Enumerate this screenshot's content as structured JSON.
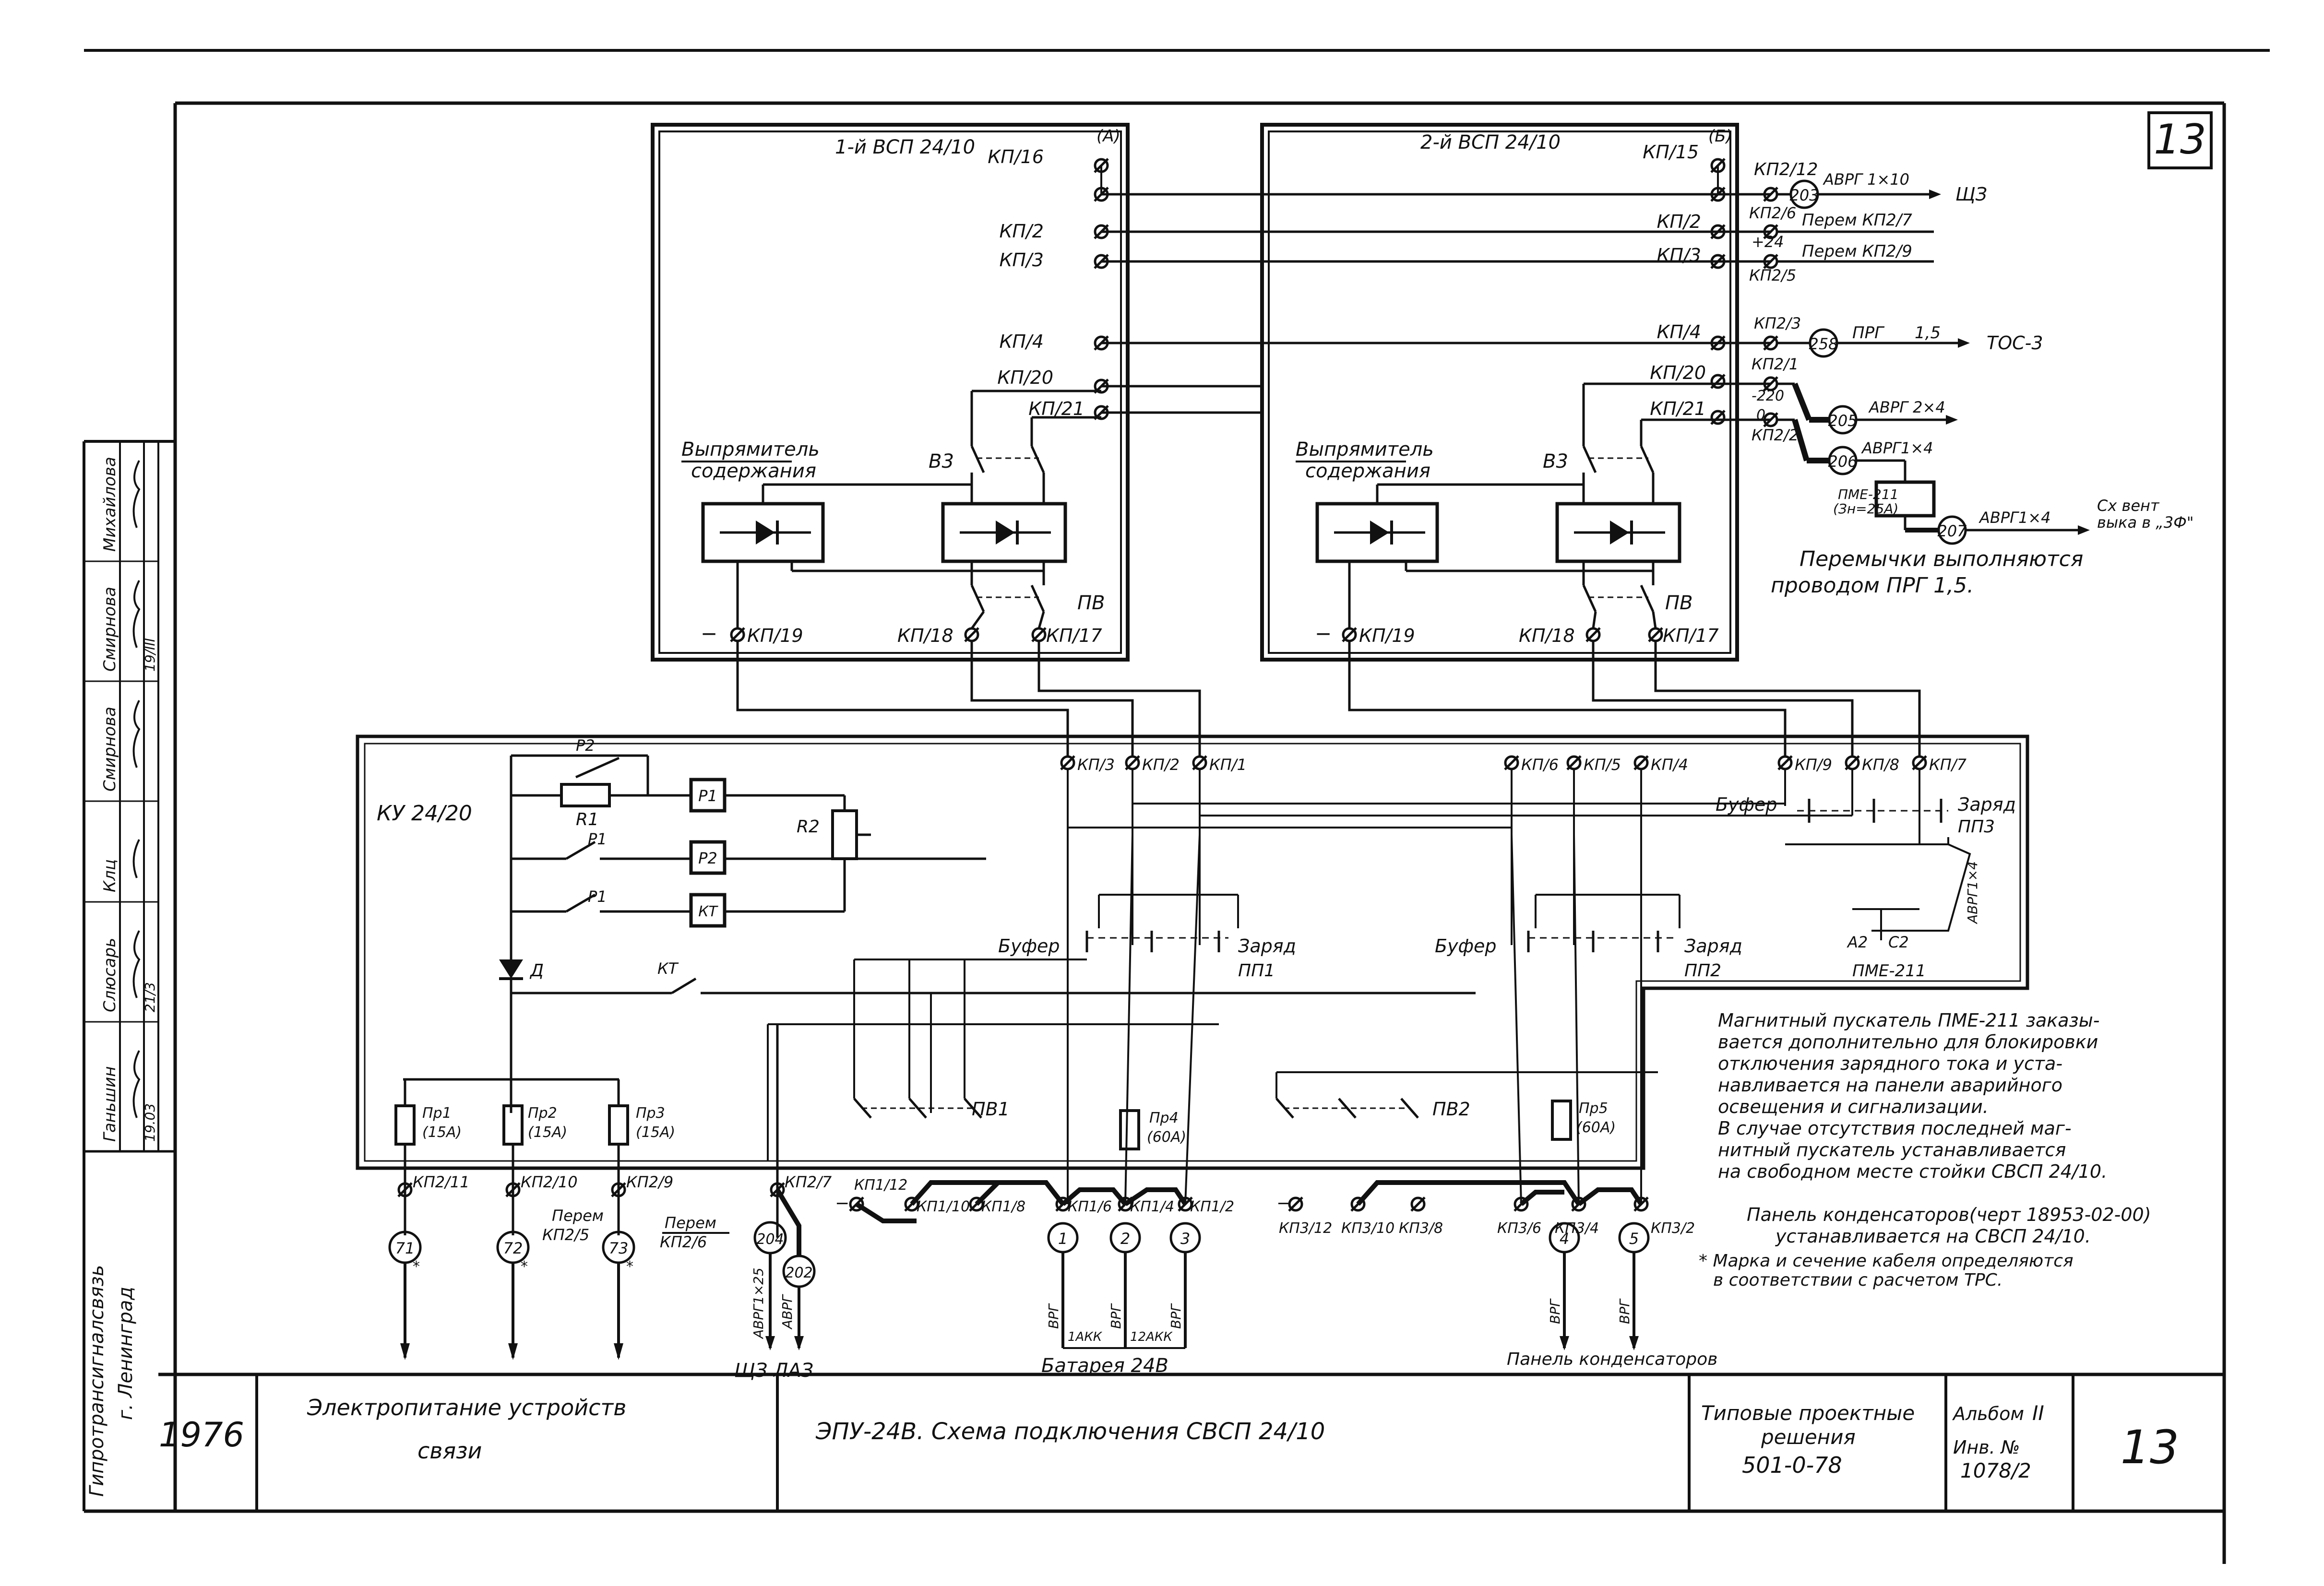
{
  "sheet": {
    "corner_number": "13",
    "block1_title": "1-й ВСП 24/10",
    "block1_tag": "(А)",
    "block2_title": "2-й ВСП 24/10",
    "block2_tag": "(Б)",
    "rect_label": "Выпрямитель",
    "rect_label2": "содержания",
    "ku_title": "КУ 24/20"
  },
  "block1_terms": {
    "t16": "КП/16",
    "t2": "КП/2",
    "t3": "КП/3",
    "t4": "КП/4",
    "t20": "КП/20",
    "t21": "КП/21",
    "t19": "КП/19",
    "t18": "КП/18",
    "t17": "КП/17",
    "v3": "В3",
    "pv": "ПВ"
  },
  "block2_terms": {
    "t15": "КП/15",
    "t2": "КП/2",
    "t3": "КП/3",
    "t4": "КП/4",
    "t20": "КП/20",
    "t21": "КП/21",
    "t19": "КП/19",
    "t18": "КП/18",
    "t17": "КП/17",
    "v3": "В3",
    "pv": "ПВ"
  },
  "right_side": {
    "kp212": "КП2/12",
    "c203": "203",
    "avrg110": "АВРГ 1×10",
    "shch3": "ЩЗ",
    "kp26": "КП2/6",
    "perem_kp27": "Перем КП2/7",
    "plus24": "+24",
    "perem_kp29": "Перем КП2/9",
    "kp25": "КП2/5",
    "kp23": "КП2/3",
    "c258": "258",
    "prg": "ПРГ",
    "prg_size": "1,5",
    "tos": "ТОС-3",
    "kp21": "КП2/1",
    "m220": "-220",
    "c205": "205",
    "avrg24": "АВРГ 2×4",
    "zero": "0",
    "kp22": "КП2/2",
    "c206": "206",
    "avrg14a": "АВРГ1×4",
    "pme": "ПМЕ-211",
    "pme_in": "(Зн=25А)",
    "c207": "207",
    "avrg14b": "АВРГ1×4",
    "sx1": "Сх вент",
    "sx2": "выка в „3Ф\"",
    "jumper1": "Перемычки выполняются",
    "jumper2": "проводом  ПРГ  1,5."
  },
  "ku": {
    "p2": "Р2",
    "r1": "R1",
    "P1": "Р1",
    "p1a": "Р1",
    "P2": "Р2",
    "p1b": "Р1",
    "KT": "КТ",
    "r2": "R2",
    "d": "Д",
    "kt": "КТ",
    "kp13": "КП/3",
    "kp12": "КП/2",
    "kp11": "КП/1",
    "kp6": "КП/6",
    "kp5": "КП/5",
    "kp4": "КП/4",
    "kp9": "КП/9",
    "kp8": "КП/8",
    "kp7": "КП/7",
    "bufer": "Буфер",
    "zaryad": "Заряд",
    "pp1": "ПП1",
    "pp2": "ПП2",
    "pp3": "ПП3",
    "pv1": "ПВ1",
    "pv2": "ПВ2",
    "a2": "А2",
    "c2": "С2",
    "pme": "ПМЕ-211",
    "avrg14": "АВРГ1×4",
    "pr1": "Пр1",
    "pr1a": "(15А)",
    "pr2": "Пр2",
    "pr2a": "(15А)",
    "pr3": "Пр3",
    "pr3a": "(15А)",
    "pr4": "Пр4",
    "pr4a": "(60А)",
    "pr5": "Пр5",
    "pr5a": "(60А)"
  },
  "bottom": {
    "kp211": "КП2/11",
    "kp210": "КП2/10",
    "kp29": "КП2/9",
    "kp27": "КП2/7",
    "c71": "71",
    "c72": "72",
    "c73": "73",
    "c204": "204",
    "c202": "202",
    "perem1": "Перем",
    "kp25": "КП2/5",
    "perem2": "Перем",
    "kp26": "КП2/6",
    "avrg125": "АВРГ1×25",
    "avrg": "АВРГ",
    "shch3laz": "ЩЗ ЛАЗ",
    "kp112": "КП1/12",
    "kp110": "КП1/10",
    "kp18": "КП1/8",
    "kp16": "КП1/6",
    "kp14": "КП1/4",
    "kp12b": "КП1/2",
    "kp312": "КП3/12",
    "kp310": "КП3/10",
    "kp38": "КП3/8",
    "kp36": "КП3/6",
    "kp34": "КП3/4",
    "kp32": "КП3/2",
    "c1": "1",
    "c2": "2",
    "c3": "3",
    "c4": "4",
    "c5": "5",
    "vrg": "ВРГ",
    "lakk": "1АКК",
    "lakk2": "12АКК",
    "battery": "Батарея 24В",
    "panel": "Панель конденсаторов",
    "star": "*"
  },
  "notes": {
    "n1": "Магнитный пускатель ПМЕ-211 заказы-",
    "n2": "вается дополнительно для блокировки",
    "n3": "отключения зарядного тока и уста-",
    "n4": "навливается на панели аварийного",
    "n5": "освещения и сигнализации.",
    "n6": "В случае отсутствия последней маг-",
    "n7": "нитный пускатель устанавливается",
    "n8": "на свободном месте стойки СВСП 24/10.",
    "n9": "Панель конденсаторов(черт 18953-02-00)",
    "n10": "устанавливается на СВСП 24/10.",
    "n11": "* Марка и сечение кабеля определяются",
    "n12": "в соответствии с расчетом ТРС."
  },
  "stamp": {
    "org1": "Гипротрансигналсвязь",
    "org2": "г. Ленинград",
    "roles": [
      "Ганьшин",
      "Слюсарь",
      "Клц",
      "Смирнова",
      "Смирнова",
      "Михайлова"
    ],
    "dates": [
      "19.03",
      "21/3",
      "19/III"
    ],
    "year": "1976",
    "subject1": "Электропитание   устройств",
    "subject2": "связи",
    "title": "ЭПУ-24В. Схема  подключения   СВСП 24/10",
    "typical1": "Типовые проектные",
    "typical2": "решения",
    "typical3": "501-0-78",
    "album": "Альбом",
    "album_no": "II",
    "inv": "Инв. №",
    "inv_no": "1078/2",
    "sheet_no": "13"
  },
  "colors": {
    "ink": "#111111",
    "paper": "#ffffff"
  }
}
